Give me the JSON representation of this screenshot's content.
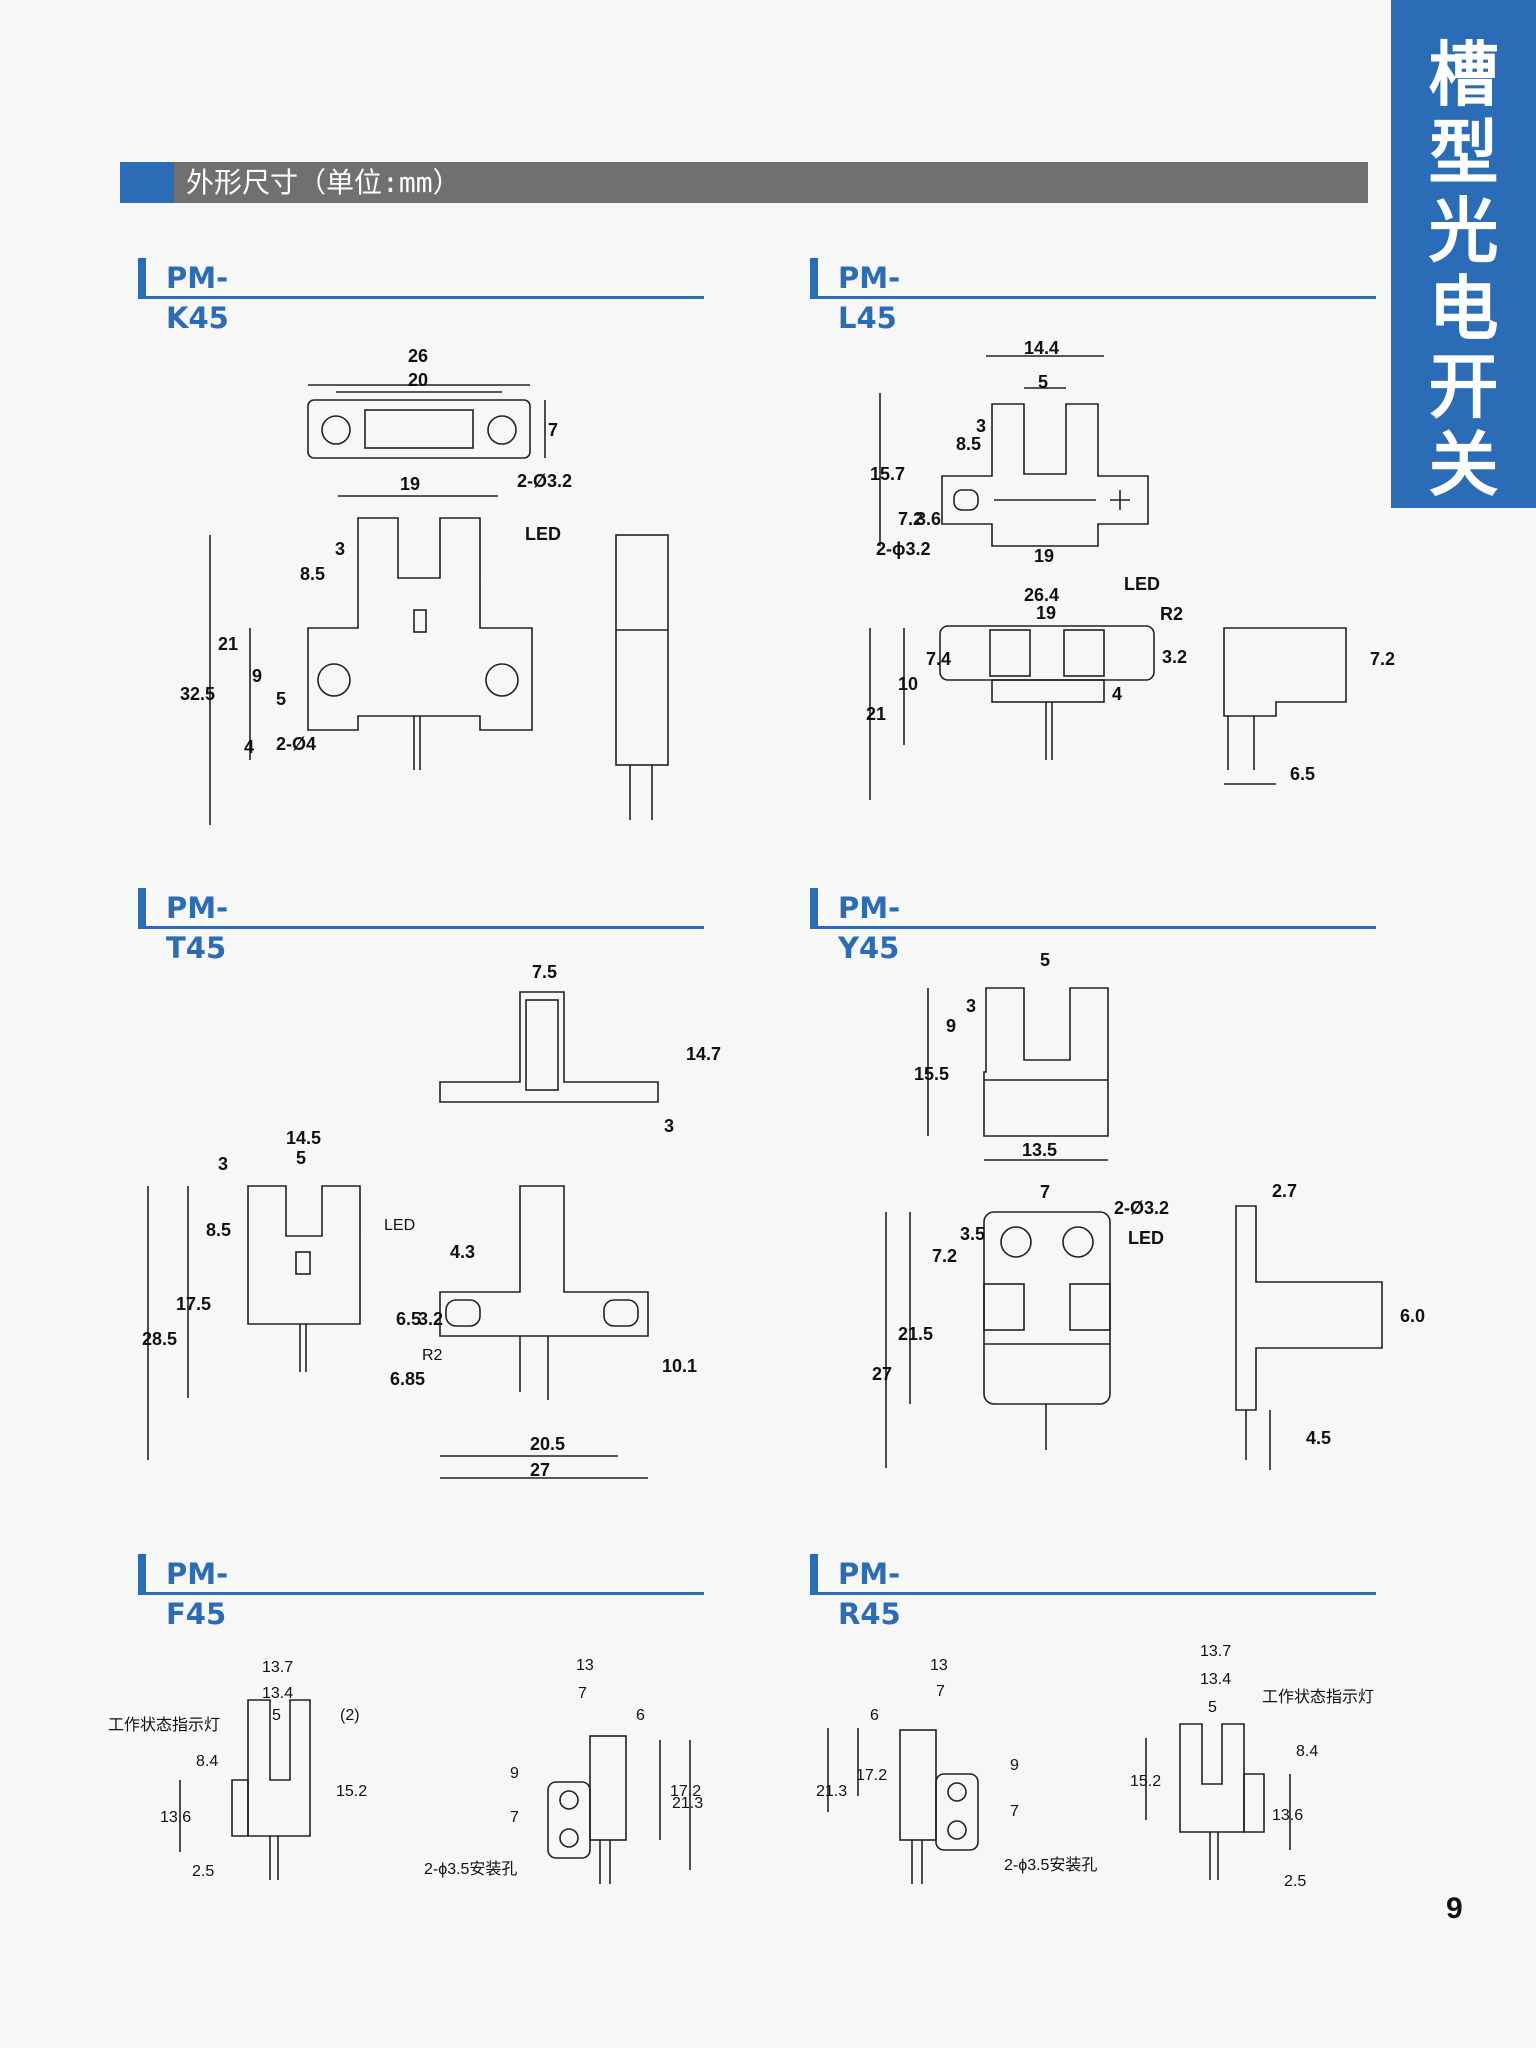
{
  "side_tab": {
    "title": "槽型光电开关"
  },
  "section": {
    "title": "外形尺寸（单位:mm）"
  },
  "models": [
    "PM-K45",
    "PM-L45",
    "PM-T45",
    "PM-Y45",
    "PM-F45",
    "PM-R45"
  ],
  "k45": {
    "d1": "26",
    "d2": "20",
    "d3": "7",
    "hole": "2-Ø3.2",
    "d4": "19",
    "led": "LED",
    "d5": "3",
    "d6": "8.5",
    "d7": "21",
    "d8": "32.5",
    "d9": "9",
    "d10": "5",
    "d11": "4",
    "hole2": "2-Ø4"
  },
  "l45": {
    "d1": "14.4",
    "d2": "5",
    "d3": "3",
    "d4": "8.5",
    "d5": "15.7",
    "d6": "7.2",
    "d7": "3.6",
    "hole": "2-ϕ3.2",
    "d8": "19",
    "led": "LED",
    "d9": "26.4",
    "d10": "19",
    "r": "R2",
    "d11": "7.4",
    "d12": "10",
    "d13": "21",
    "d14": "3.2",
    "d15": "4",
    "d16": "7.2",
    "d17": "6.5"
  },
  "t45": {
    "d1": "7.5",
    "d2": "14.7",
    "d3": "3",
    "d4": "14.5",
    "d5": "5",
    "d6": "3",
    "d7": "8.5",
    "led": "LED",
    "d8": "17.5",
    "d9": "28.5",
    "d10": "4.3",
    "d11": "6.5",
    "d12": "3.2",
    "r": "R2",
    "d13": "6.85",
    "d14": "10.1",
    "d15": "20.5",
    "d16": "27"
  },
  "y45": {
    "d1": "5",
    "d2": "3",
    "d3": "9",
    "d4": "15.5",
    "d5": "13.5",
    "d6": "7",
    "hole": "2-Ø3.2",
    "d7": "2.7",
    "d8": "3.5",
    "d9": "7.2",
    "led": "LED",
    "d10": "21.5",
    "d11": "27",
    "d12": "6.0",
    "d13": "4.5"
  },
  "f45": {
    "d1": "13.7",
    "d2": "13.4",
    "d3": "5",
    "d4": "(2)",
    "ind": "工作状态指示灯",
    "d5": "8.4",
    "d6": "15.2",
    "d7": "13.6",
    "d8": "2.5",
    "d9": "13",
    "d10": "7",
    "d11": "6",
    "d12": "9",
    "d13": "17.2",
    "d14": "21.3",
    "d15": "7",
    "hole": "2-ϕ3.5安装孔"
  },
  "r45": {
    "d1": "13",
    "d2": "7",
    "d3": "6",
    "d4": "21.3",
    "d5": "17.2",
    "d6": "9",
    "d7": "7",
    "hole": "2-ϕ3.5安装孔",
    "d8": "13.7",
    "d9": "13.4",
    "d10": "5",
    "ind": "工作状态指示灯",
    "d11": "8.4",
    "d12": "15.2",
    "d13": "13.6",
    "d14": "2.5"
  },
  "page_number": "9"
}
